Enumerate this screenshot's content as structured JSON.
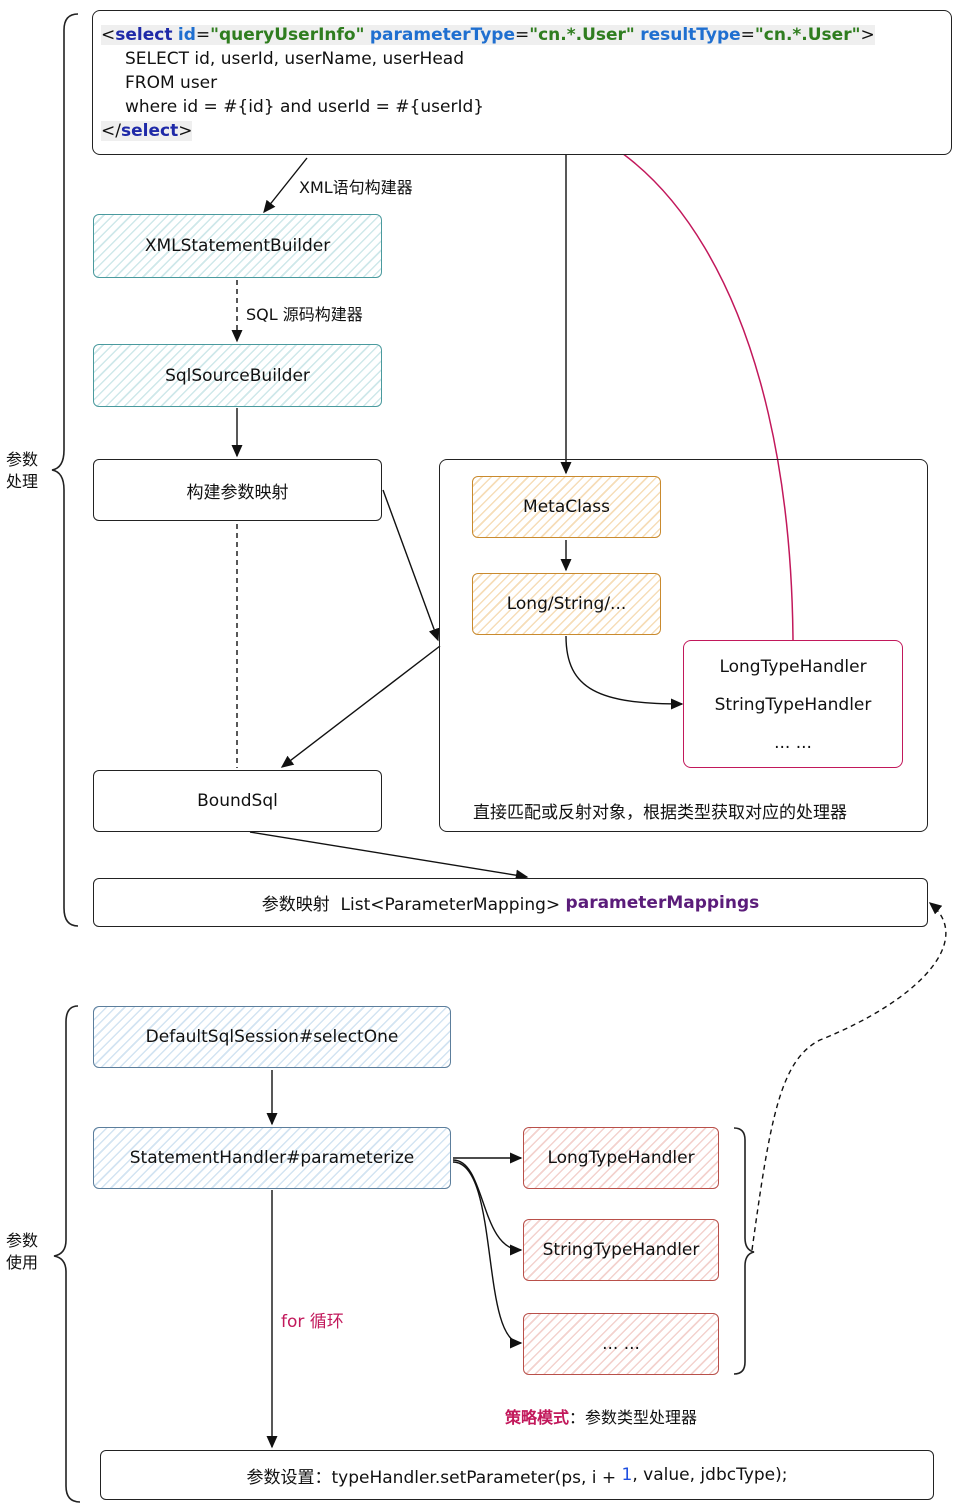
{
  "code": {
    "line1": {
      "open": "<",
      "tag": "select",
      "attr_id": "id",
      "eq": "=",
      "val_id": "\"queryUserInfo\"",
      "attr_param": "parameterType",
      "val_param": "\"cn.*.User\"",
      "attr_result": "resultType",
      "val_result": "\"cn.*.User\"",
      "close": ">"
    },
    "line2": "SELECT id, userId, userName, userHead",
    "line3": "FROM user",
    "line4_prefix": "where",
    "line4_cond": "id = #{id} and userId = #{userId}",
    "line5": {
      "open": "</",
      "tag": "select",
      "close": ">"
    }
  },
  "labels": {
    "xml_builder": "XML语句构建器",
    "sql_source_builder": "SQL 源码构建器",
    "param_processing": "参数\n处理",
    "param_usage": "参数\n使用",
    "for_loop": "for 循环",
    "strategy_bold": "策略模式",
    "strategy_rest": "：参数类型处理器",
    "group_caption": "直接匹配或反射对象，根据类型获取对应的处理器"
  },
  "boxes": {
    "xml_statement_builder": "XMLStatementBuilder",
    "sql_source_builder": "SqlSourceBuilder",
    "build_param_mapping": "构建参数映射",
    "bound_sql": "BoundSql",
    "meta_class": "MetaClass",
    "long_string": "Long/String/...",
    "handler_long": "LongTypeHandler",
    "handler_string": "StringTypeHandler",
    "handler_more": "... ...",
    "param_mapping_prefix": "参数映射  List<ParameterMapping> ",
    "param_mapping_var": "parameterMappings",
    "default_sql_session": "DefaultSqlSession#selectOne",
    "statement_handler": "StatementHandler#parameterize",
    "r_long": "LongTypeHandler",
    "r_string": "StringTypeHandler",
    "r_more": "... ...",
    "set_param_prefix": "参数设置：typeHandler.setParameter(ps, i + ",
    "set_param_num": "1",
    "set_param_suffix": ", value, jdbcType);"
  }
}
